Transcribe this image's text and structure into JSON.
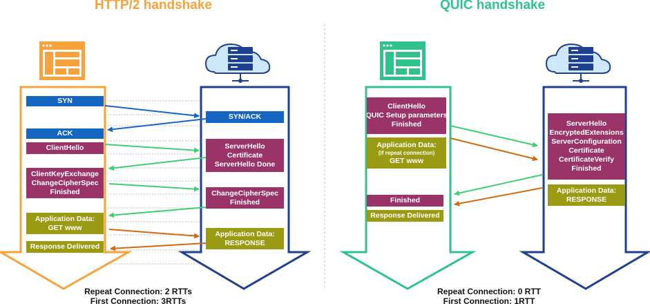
{
  "titles": {
    "http2": "HTTP/2 handshake",
    "quic": "QUIC handshake"
  },
  "colors": {
    "http2_title": "#f7a23b",
    "http2_client_arrow": "#f7a23b",
    "http2_server_arrow": "#1f3f8f",
    "quic_title": "#2fc28d",
    "quic_client_arrow": "#2fc28d",
    "quic_server_arrow": "#1f3f8f",
    "blue_box": "#1566c0",
    "plum_box": "#9a3468",
    "olive_box": "#9a9a13",
    "green_message": "#3fcf73",
    "blue_message": "#1566c0",
    "orange_message": "#d26a10"
  },
  "icons": {
    "client": "browser-window-icon",
    "server": "cloud-server-icon"
  },
  "http2": {
    "client_messages": {
      "syn": "SYN",
      "ack": "ACK",
      "client_hello": "ClientHello",
      "key_exchange": [
        "ClientKeyExchange",
        "ChangeCipherSpec",
        "Finished"
      ],
      "app_data": [
        "Application Data:",
        "GET www"
      ],
      "response_delivered": "Response Delivered"
    },
    "server_messages": {
      "syn_ack": "SYN/ACK",
      "server_hello": [
        "ServerHello",
        "Certificate",
        "ServerHello Done"
      ],
      "change_cipher": [
        "ChangeCipherSpec",
        "Finished"
      ],
      "app_data": [
        "Application Data:",
        "RESPONSE"
      ]
    },
    "footer": {
      "repeat": "Repeat Connection: 2 RTTs",
      "first": "First Connection: 3RTTs"
    }
  },
  "quic": {
    "client_messages": {
      "client_hello": [
        "ClientHello",
        "QUIC Setup parameters",
        "Finished"
      ],
      "app_data_title": "Application Data:",
      "app_data_note": "(if repeat connection)",
      "app_data_get": "GET www",
      "finished": "Finished",
      "response_delivered": "Response Delivered"
    },
    "server_messages": {
      "server_hello": [
        "ServerHello",
        "EncryptedExtensions",
        "ServerConfiguration",
        "Certificate",
        "CertificateVerify",
        "Finished"
      ],
      "app_data": [
        "Application Data:",
        "RESPONSE"
      ]
    },
    "footer": {
      "repeat": "Repeat Connection: 0 RTT",
      "first": "First Connection: 1RTT"
    }
  }
}
